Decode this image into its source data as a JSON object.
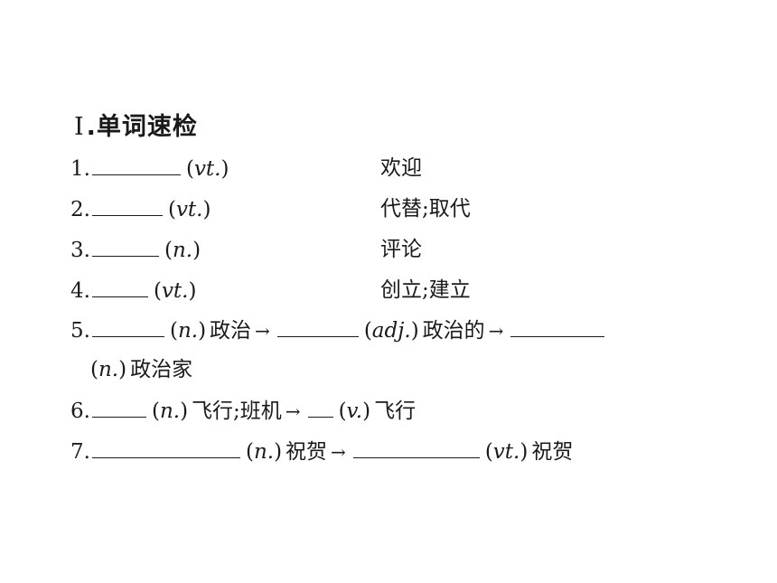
{
  "section": {
    "numeral": "Ⅰ",
    "title": ".单词速检"
  },
  "rows": [
    {
      "num": "1.",
      "pos": "vt.",
      "meaning": "欢迎"
    },
    {
      "num": "2.",
      "pos": "vt.",
      "meaning": "代替;取代"
    },
    {
      "num": "3.",
      "pos": "n.",
      "meaning": "评论"
    },
    {
      "num": "4.",
      "pos": "vt.",
      "meaning": "创立;建立"
    }
  ],
  "row5": {
    "num": "5.",
    "pos1": "n.",
    "meaning1": "政治",
    "pos2": "adj.",
    "meaning2": "政治的",
    "pos3": "n.",
    "meaning3": "政治家"
  },
  "row6": {
    "num": "6.",
    "pos1": "n.",
    "meaning1": "飞行;班机",
    "pos2": "v.",
    "meaning2": "飞行"
  },
  "row7": {
    "num": "7.",
    "pos1": "n.",
    "meaning1": "祝贺",
    "pos2": "vt.",
    "meaning2": "祝贺"
  },
  "arrow": "→"
}
